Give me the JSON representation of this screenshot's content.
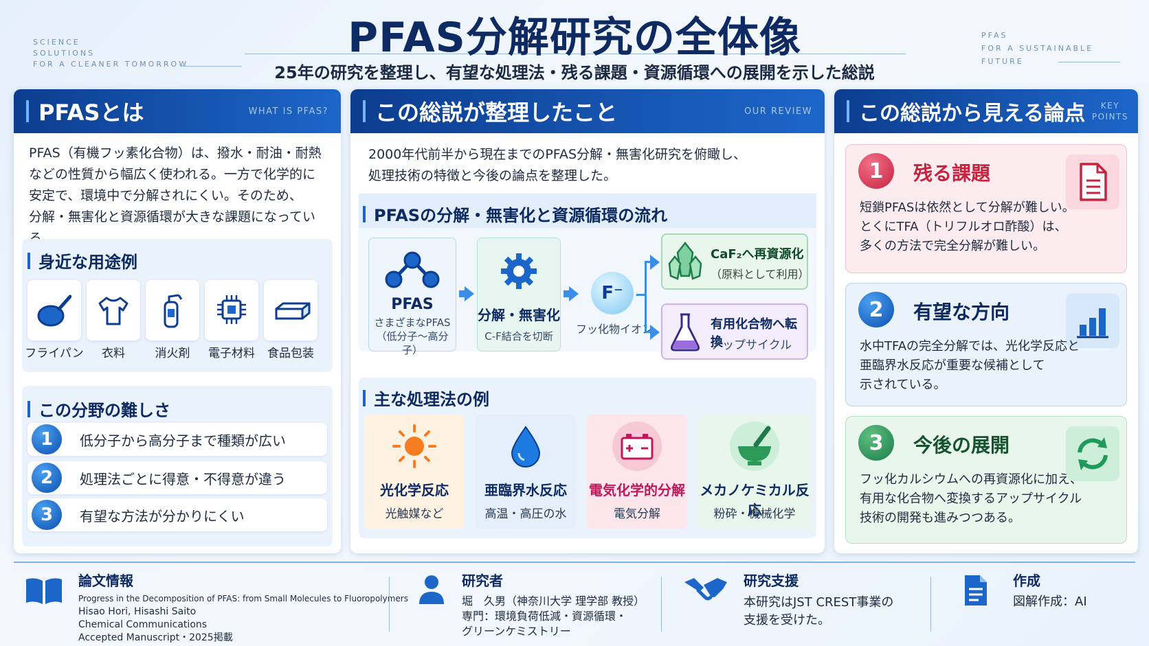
{
  "header": {
    "title": "PFAS分解研究の全体像",
    "subtitle": "25年の研究を整理し、有望な処理法・残る課題・資源循環への展開を示した総説",
    "tagline_left": [
      "SCIENCE",
      "SOLUTIONS",
      "FOR A CLEANER TOMORROW"
    ],
    "tagline_right": [
      "PFAS",
      "FOR A SUSTAINABLE",
      "FUTURE"
    ]
  },
  "left_panel": {
    "title": "PFASとは",
    "title_en": "WHAT IS PFAS?",
    "intro": [
      "PFAS（有機フッ素化合物）は、撥水・耐油・耐熱",
      "などの性質から幅広く使われる。一方で化学的に",
      "安定で、環境中で分解されにくい。そのため、",
      "分解・無害化と資源循環が大きな課題になっている。"
    ],
    "uses_title": "身近な用途例",
    "uses": [
      {
        "label": "フライパン",
        "icon": "frying-pan-icon"
      },
      {
        "label": "衣料",
        "icon": "tshirt-icon"
      },
      {
        "label": "消火剤",
        "icon": "fire-extinguisher-icon"
      },
      {
        "label": "電子材料",
        "icon": "chip-icon"
      },
      {
        "label": "食品包装",
        "icon": "food-package-icon"
      }
    ],
    "difficulty_title": "この分野の難しさ",
    "difficulties": [
      {
        "num": "1",
        "text": "低分子から高分子まで種類が広い"
      },
      {
        "num": "2",
        "text": "処理法ごとに得意・不得意が違う"
      },
      {
        "num": "3",
        "text": "有望な方法が分かりにくい"
      }
    ]
  },
  "center_panel": {
    "title": "この総説が整理したこと",
    "title_en": "OUR REVIEW",
    "intro": [
      "2000年代前半から現在までのPFAS分解・無害化研究を俯瞰し、",
      "処理技術の特徴と今後の論点を整理した。"
    ],
    "flow_title": "PFASの分解・無害化と資源循環の流れ",
    "flow": {
      "pfas": {
        "title": "PFAS",
        "sub1": "さまざまなPFAS",
        "sub2": "（低分子〜高分子）"
      },
      "decomp": {
        "title": "分解・無害化",
        "sub": "C-F結合を切断"
      },
      "fluoride": {
        "symbol": "F⁻",
        "label": "フッ化物イオン"
      },
      "caf2": {
        "title": "CaF₂へ再資源化",
        "sub": "（原料として利用）"
      },
      "upcycle": {
        "title": "有用化合物へ転換",
        "sub": "アップサイクル"
      }
    },
    "methods_title": "主な処理法の例",
    "methods": [
      {
        "title": "光化学反応",
        "sub": "光触媒など",
        "icon": "sun-icon",
        "color": "#0e2a63"
      },
      {
        "title": "亜臨界水反応",
        "sub": "高温・高圧の水",
        "icon": "water-drop-icon",
        "color": "#0e2a63"
      },
      {
        "title": "電気化学的分解",
        "sub": "電気分解",
        "icon": "battery-icon",
        "color": "#c2185b"
      },
      {
        "title": "メカノケミカル反応",
        "sub": "粉砕・機械化学",
        "icon": "mortar-pestle-icon",
        "color": "#0e2a63"
      }
    ]
  },
  "right_panel": {
    "title": "この総説から見える論点",
    "title_en": [
      "KEY",
      "POINTS"
    ],
    "points": [
      {
        "num": "1",
        "title": "残る課題",
        "lines": [
          "短鎖PFASは依然として分解が難しい。",
          "とくにTFA（トリフルオロ酢酸）は、",
          "多くの方法で完全分解が難しい。"
        ],
        "icon": "document-icon"
      },
      {
        "num": "2",
        "title": "有望な方向",
        "lines": [
          "水中TFAの完全分解では、光化学反応と",
          "亜臨界水反応が重要な候補として",
          "示されている。"
        ],
        "icon": "bar-chart-icon"
      },
      {
        "num": "3",
        "title": "今後の展開",
        "lines": [
          "フッ化カルシウムへの再資源化に加え、",
          "有用な化合物へ変換するアップサイクル",
          "技術の開発も進みつつある。"
        ],
        "icon": "recycle-icon"
      }
    ]
  },
  "footer": {
    "paper": {
      "title": "論文情報",
      "lines": [
        "Progress in the Decomposition of PFAS: from Small Molecules to Fluoropolymers",
        "Hisao Hori, Hisashi Saito",
        "Chemical Communications",
        "Accepted Manuscript・2025掲載"
      ]
    },
    "researcher": {
      "title": "研究者",
      "lines": [
        "堀　久男（神奈川大学 理学部 教授）",
        "専門：環境負荷低減・資源循環・",
        "グリーンケミストリー"
      ]
    },
    "support": {
      "title": "研究支援",
      "lines": [
        "本研究はJST CREST事業の",
        "支援を受けた。"
      ]
    },
    "credit": {
      "title": "作成",
      "lines": [
        "図解作成：AI"
      ]
    }
  }
}
